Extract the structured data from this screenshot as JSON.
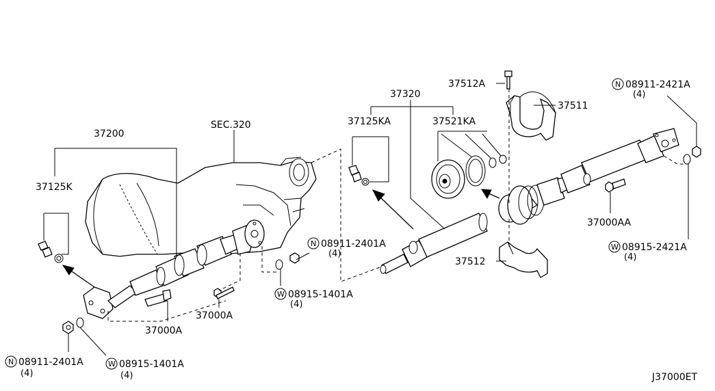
{
  "labels": {
    "p37200": "37200",
    "sec320": "SEC.320",
    "p37125k": "37125K",
    "p37000a_1": "37000A",
    "p37000a_2": "37000A",
    "nut_left_code": "08911-2401A",
    "nut_left_qty": "(4)",
    "washer_left_code": "08915-1401A",
    "washer_left_qty": "(4)",
    "washer_mid_code": "08915-1401A",
    "washer_mid_qty": "(4)",
    "nut_mid_code": "08911-2401A",
    "nut_mid_qty": "(4)",
    "p37320": "37320",
    "p37125ka": "37125KA",
    "p37521ka": "37521KA",
    "p37512a": "37512A",
    "p37511": "37511",
    "nut_right_code": "08911-2421A",
    "nut_right_qty": "(4)",
    "p37000aa": "37000AA",
    "washer_right_code": "08915-2421A",
    "washer_right_qty": "(4)",
    "p37512": "37512",
    "diagram_id": "J37000ET"
  },
  "symbols": {
    "nut": "N",
    "washer": "W"
  }
}
